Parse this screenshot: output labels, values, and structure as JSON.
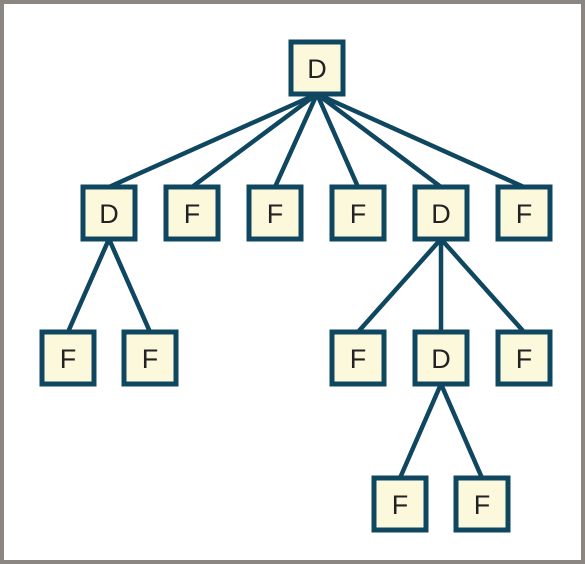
{
  "diagram": {
    "colors": {
      "edge": "#0f4761",
      "node_border": "#0f4761",
      "node_fill": "#fbf8dc",
      "label": "#222222",
      "frame": "#8c8683"
    },
    "nodes": [
      {
        "id": "root",
        "label": "D",
        "parent": null
      },
      {
        "id": "d1",
        "label": "D",
        "parent": "root"
      },
      {
        "id": "f1",
        "label": "F",
        "parent": "root"
      },
      {
        "id": "f2",
        "label": "F",
        "parent": "root"
      },
      {
        "id": "f3",
        "label": "F",
        "parent": "root"
      },
      {
        "id": "d2",
        "label": "D",
        "parent": "root"
      },
      {
        "id": "f4",
        "label": "F",
        "parent": "root"
      },
      {
        "id": "f5",
        "label": "F",
        "parent": "d1"
      },
      {
        "id": "f6",
        "label": "F",
        "parent": "d1"
      },
      {
        "id": "f7",
        "label": "F",
        "parent": "d2"
      },
      {
        "id": "d3",
        "label": "D",
        "parent": "d2"
      },
      {
        "id": "f8",
        "label": "F",
        "parent": "d2"
      },
      {
        "id": "f9",
        "label": "F",
        "parent": "d3"
      },
      {
        "id": "f10",
        "label": "F",
        "parent": "d3"
      }
    ]
  }
}
